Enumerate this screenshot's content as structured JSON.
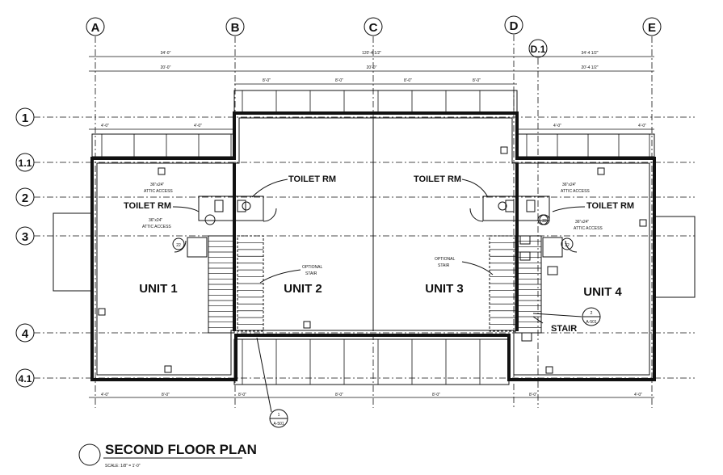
{
  "title": "SECOND FLOOR PLAN",
  "scale": "SCALE: 1/8\" = 1'-0\"",
  "grid_columns": [
    "A",
    "B",
    "C",
    "D",
    "D.1",
    "E"
  ],
  "grid_rows": [
    "1",
    "1.1",
    "2",
    "3",
    "4",
    "4.1"
  ],
  "units": [
    "UNIT 1",
    "UNIT 2",
    "UNIT 3",
    "UNIT 4"
  ],
  "labels": {
    "toilet_rm": "TOILET RM",
    "attic_access_size": "36\"x24\"",
    "attic_access": "ATTIC ACCESS",
    "optional": "OPTIONAL",
    "stair_small": "STAIR",
    "stair": "STAIR"
  },
  "section_callouts": [
    {
      "number": "1",
      "sheet": "A-501"
    },
    {
      "number": "2",
      "sheet": "A-501"
    }
  ],
  "door_tags": [
    "22",
    "22",
    "22"
  ],
  "dimensions": {
    "overall_top": "120'-4 1/2\"",
    "left_top": "34'-0\"",
    "right_top": "34'-4 1/2\"",
    "left_mid": "20'-0\"",
    "right_mid": "20'-4 1/2\"",
    "bay": "8'-0\"",
    "small": "4'-0\""
  },
  "colors": {
    "ink": "#111111",
    "paper": "#ffffff"
  }
}
